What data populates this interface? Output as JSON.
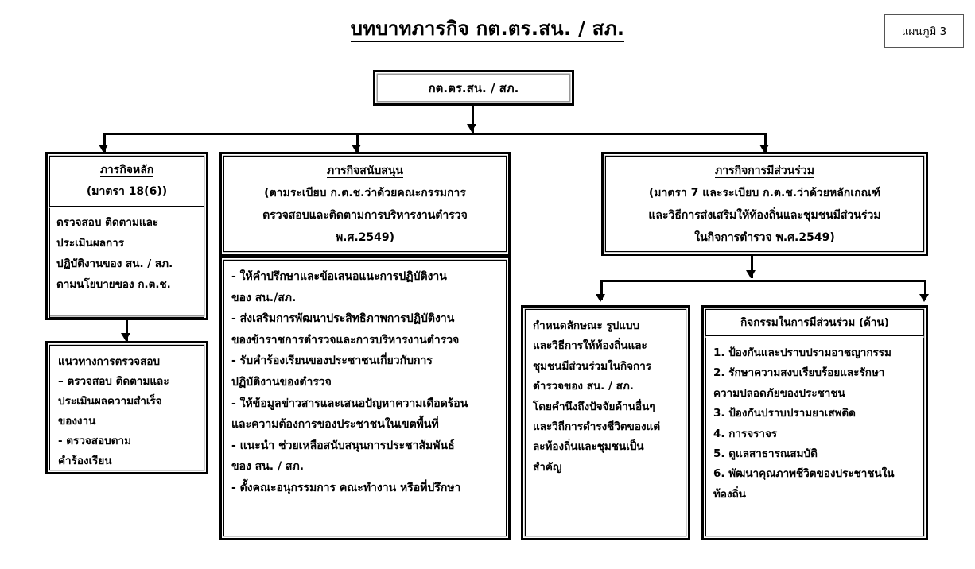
{
  "title": "บทบาทภารกิจ กต.ตร.สน. / สภ.",
  "chart_label": "แผนภูมิ 3",
  "root_box": {
    "label": "กต.ตร.สน. / สภ."
  },
  "columns": {
    "main_mission": {
      "header_title": "ภารกิจหลัก",
      "header_sub": "(มาตรา 18(6))",
      "body_lines": [
        "ตรวจสอบ ติดตามและ",
        "ประเมินผลการ",
        "ปฏิบัติงานของ สน. / สภ.",
        "ตามนโยบายของ ก.ต.ช."
      ],
      "sub_box": {
        "header_title": "แนวทางการตรวจสอบ",
        "body_lines": [
          "– ตรวจสอบ ติดตามและ",
          "ประเมินผลความสำเร็จ",
          "ของงาน",
          "- ตรวจสอบตาม",
          "คำร้องเรียน"
        ]
      }
    },
    "support_mission": {
      "header_title": "ภารกิจสนับสนุน",
      "header_sub_lines": [
        "(ตามระเบียบ ก.ต.ช.ว่าด้วยคณะกรรมการ",
        "ตรวจสอบและติดตามการบริหารงานตำรวจ",
        "พ.ศ.2549)"
      ],
      "body_lines": [
        "- ให้คำปรึกษาและข้อเสนอแนะการปฏิบัติงาน",
        "ของ สน./สภ.",
        "- ส่งเสริมการพัฒนาประสิทธิภาพการปฏิบัติงาน",
        "ของข้าราชการตำรวจและการบริหารงานตำรวจ",
        "- รับคำร้องเรียนของประชาชนเกี่ยวกับการ",
        "ปฏิบัติงานของตำรวจ",
        "- ให้ข้อมูลข่าวสารและเสนอปัญหาความเดือดร้อน",
        "และความต้องการของประชาชนในเขตพื้นที่",
        "- แนะนำ ช่วยเหลือสนับสนุนการประชาสัมพันธ์",
        "ของ สน. / สภ.",
        "- ตั้งคณะอนุกรรมการ คณะทำงาน หรือที่ปรึกษา"
      ]
    },
    "participation_mission": {
      "header_title": "ภารกิจการมีส่วนร่วม",
      "header_sub_lines": [
        "(มาตรา 7 และระเบียบ ก.ต.ช.ว่าด้วยหลักเกณฑ์",
        "และวิธีการส่งเสริมให้ท้องถิ่นและชุมชนมีส่วนร่วม",
        "ในกิจการตำรวจ พ.ศ.2549)"
      ],
      "child_left": {
        "body_lines": [
          "กำหนดลักษณะ รูปแบบ",
          "และวิธีการให้ท้องถิ่นและ",
          "ชุมชนมีส่วนร่วมในกิจการ",
          "ตำรวจของ สน. / สภ.",
          "โดยคำนึงถึงปัจจัยด้านอื่นๆ",
          "และวิถีการดำรงชีวิตของแต่",
          "ละท้องถิ่นและชุมชนเป็น",
          "สำคัญ"
        ]
      },
      "child_right": {
        "header_title": "กิจกรรมในการมีส่วนร่วม (ด้าน)",
        "body_lines": [
          "1. ป้องกันและปราบปรามอาชญากรรม",
          "2. รักษาความสงบเรียบร้อยและรักษา",
          "ความปลอดภัยของประชาชน",
          "3. ป้องกันปราบปรามยาเสพติด",
          "4. การจราจร",
          "5. ดูแลสาธารณสมบัติ",
          "6. พัฒนาคุณภาพชีวิตของประชาชนใน",
          "ท้องถิ่น"
        ]
      }
    }
  },
  "colors": {
    "line": "#000000",
    "box_border": "#000000",
    "background": "#ffffff",
    "chart_num_border": "#555555"
  }
}
